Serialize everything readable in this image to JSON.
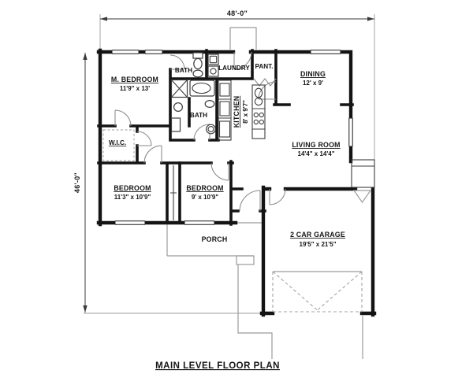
{
  "title": "MAIN LEVEL FLOOR PLAN",
  "dimensions": {
    "overall_width": "48'-0\"",
    "overall_height": "46'-0\""
  },
  "rooms": {
    "master_bedroom": {
      "name": "M. BEDROOM",
      "size": "11'9\" x 13'"
    },
    "bath_top": {
      "name": "BATH"
    },
    "bath_hall": {
      "name": "BATH"
    },
    "laundry": {
      "name": "LAUNDRY"
    },
    "pantry": {
      "name": "PANT."
    },
    "kitchen": {
      "name": "KITCHEN",
      "size": "8' x 9'7\""
    },
    "dining": {
      "name": "DINING",
      "size": "12' x 9'"
    },
    "living_room": {
      "name": "LIVING ROOM",
      "size": "14'4\" x 14'4\""
    },
    "wic": {
      "name": "W.I.C."
    },
    "bedroom_2": {
      "name": "BEDROOM",
      "size": "11'3\" x 10'9\""
    },
    "bedroom_3": {
      "name": "BEDROOM",
      "size": "9' x 10'9\""
    },
    "porch": {
      "name": "PORCH"
    },
    "garage": {
      "name": "2 CAR GARAGE",
      "size": "19'5\" x 21'5\""
    }
  },
  "colors": {
    "wall": "#141414",
    "fixture": "#3c3c3c",
    "site_line": "#9b9b9b",
    "background": "#ffffff"
  }
}
